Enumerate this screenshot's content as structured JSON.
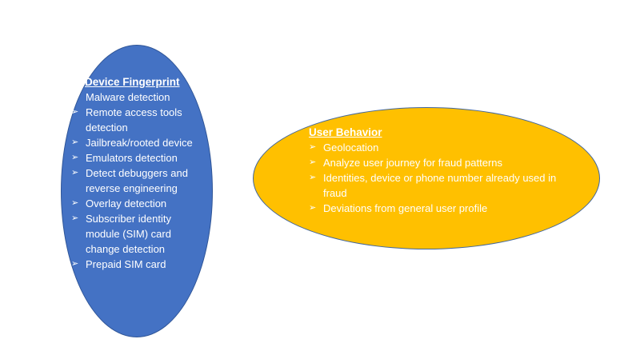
{
  "device_fingerprint": {
    "heading": "Device Fingerprint",
    "items": [
      "Malware detection",
      "Remote access tools detection",
      "Jailbreak/rooted device",
      "Emulators detection",
      "Detect debuggers and reverse engineering",
      "Overlay detection",
      "Subscriber identity module (SIM) card change detection",
      "Prepaid SIM card"
    ]
  },
  "user_behavior": {
    "heading": "User Behavior",
    "items": [
      "Geolocation",
      "Analyze user journey for fraud patterns",
      "Identities, device or phone number already used in fraud",
      "Deviations from general user profile"
    ]
  },
  "colors": {
    "left_fill": "#4472c4",
    "right_fill": "#ffc000",
    "text": "#ffffff"
  },
  "icons": {
    "bullet": "arrow-bullet-icon",
    "bullet_glyph": "➢"
  }
}
